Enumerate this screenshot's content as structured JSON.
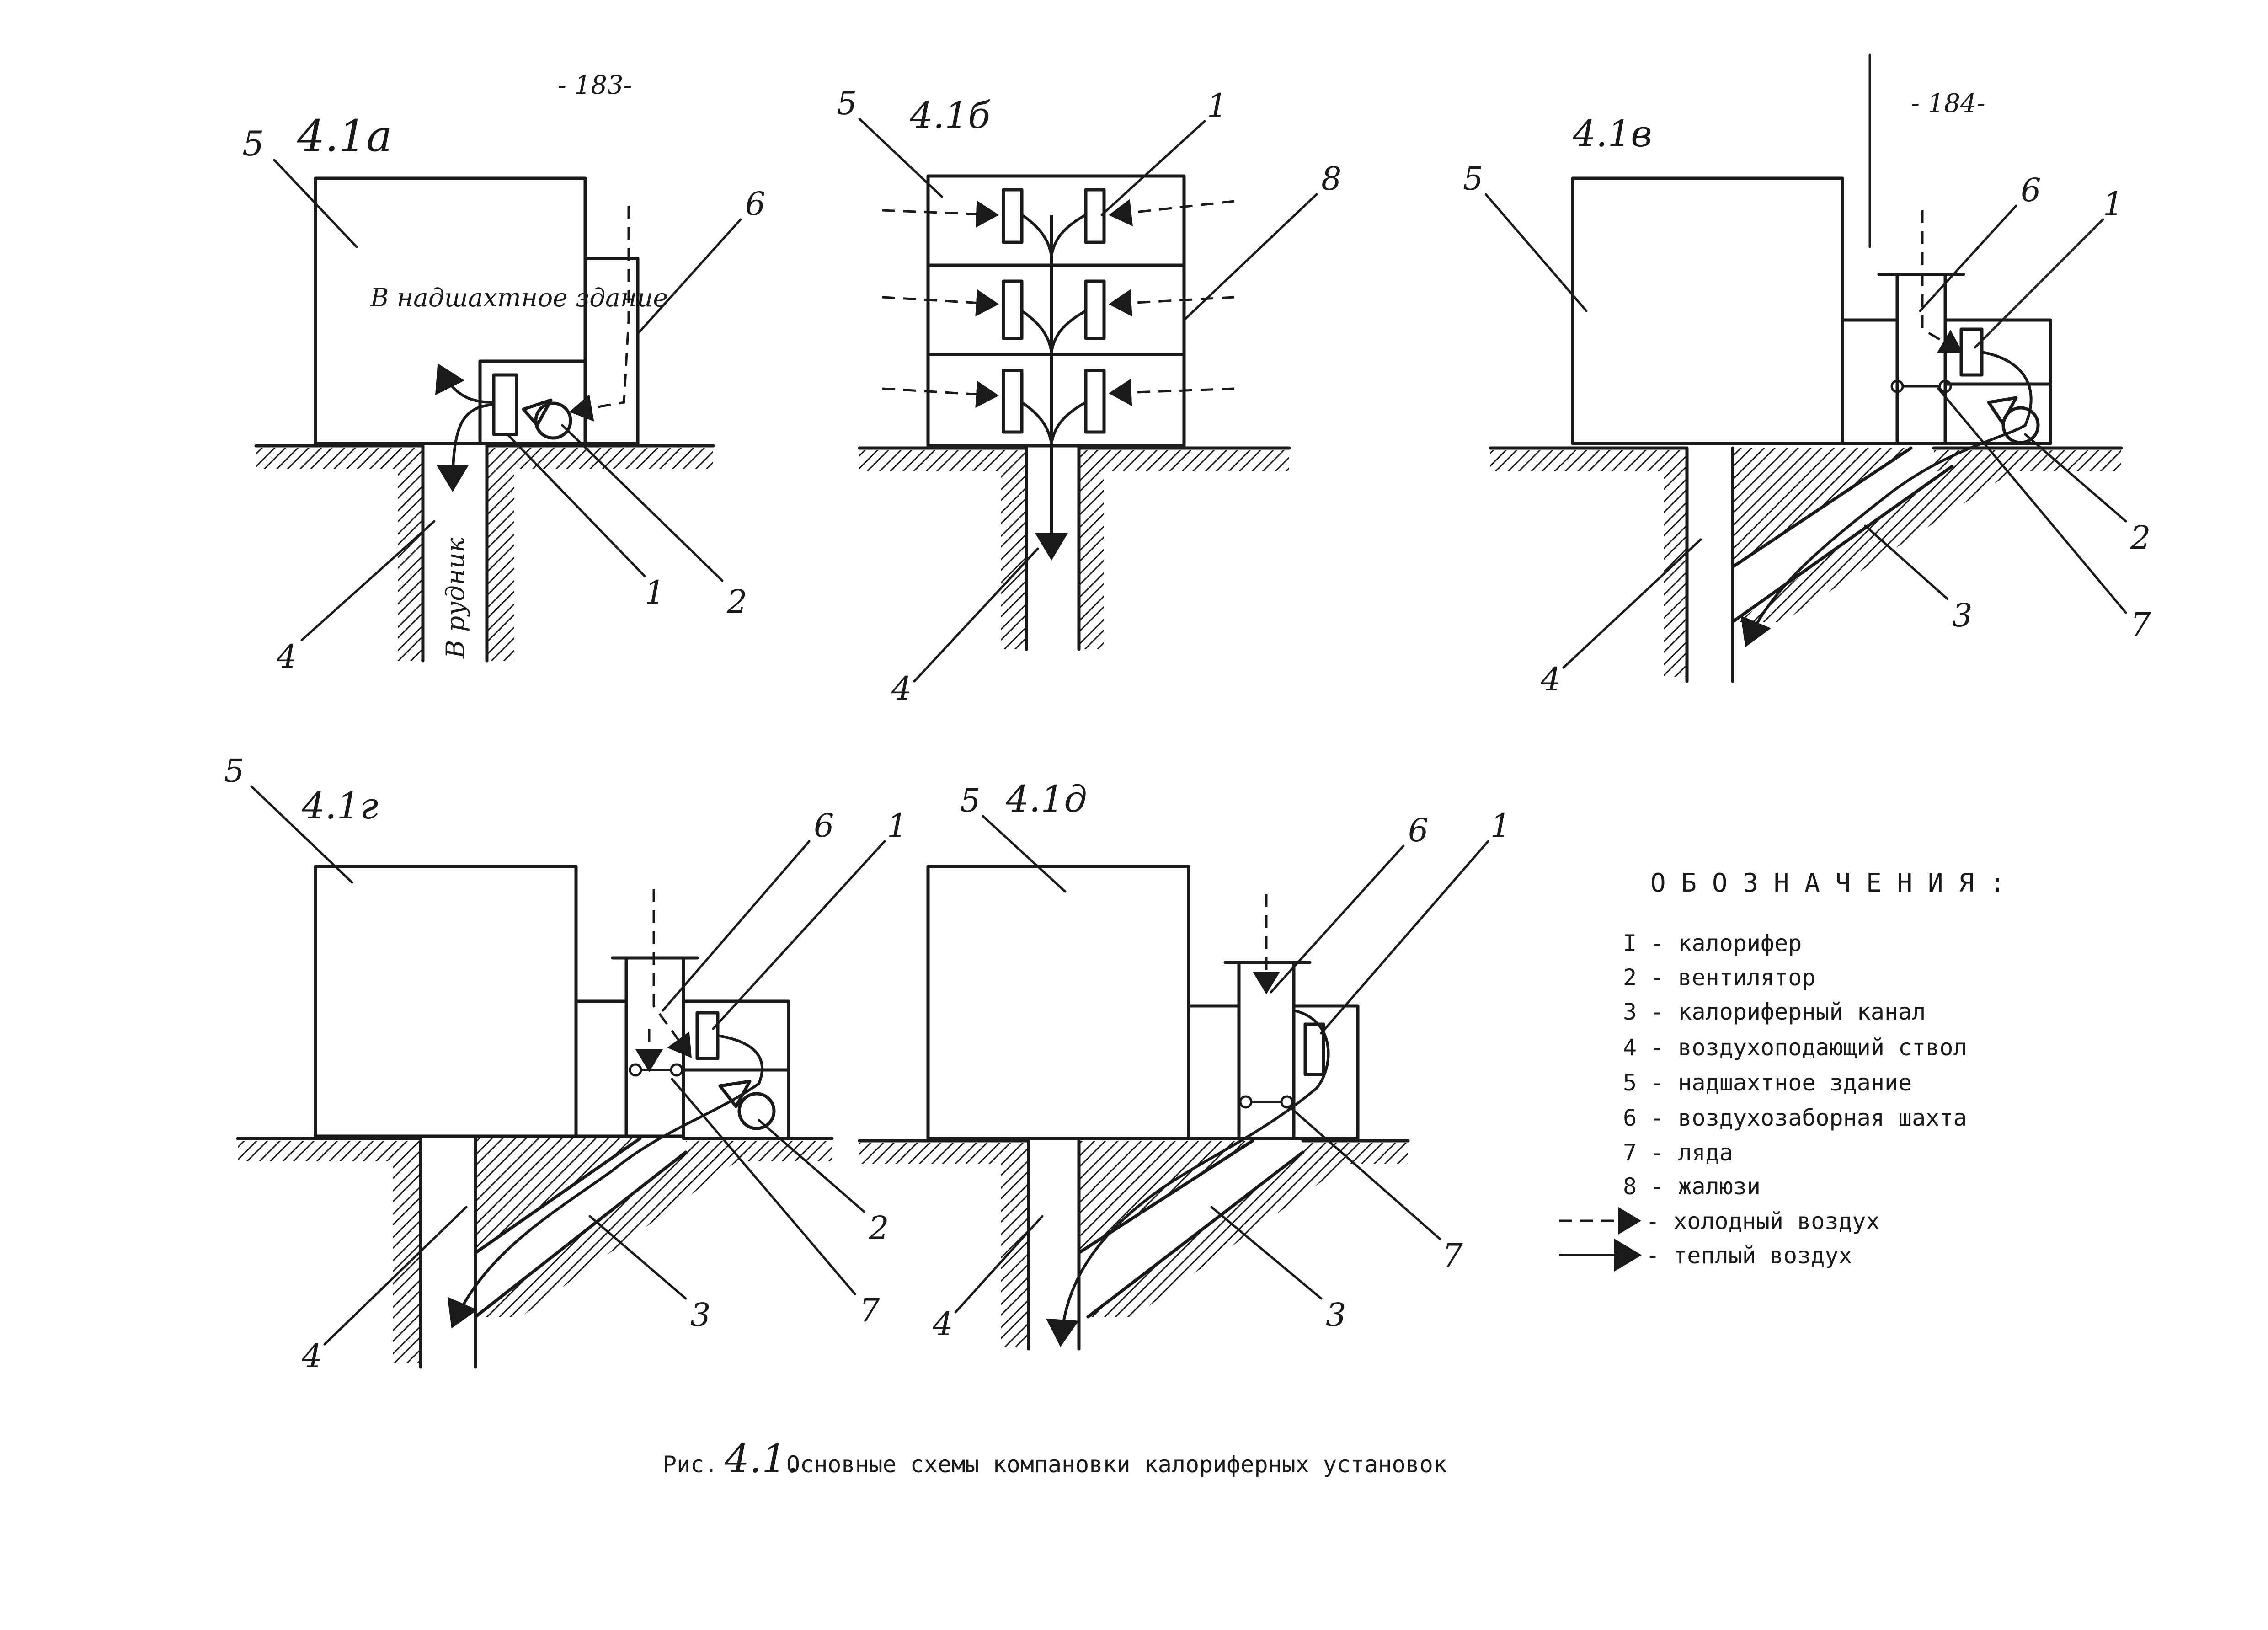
{
  "page_numbers": {
    "left": "- 183-",
    "right": "- 184-"
  },
  "panels": {
    "a": {
      "label": "4.1а",
      "callouts": [
        "5",
        "6",
        "1",
        "2",
        "4"
      ],
      "annotation_building": "В надшахтное здание",
      "annotation_mine": "В рудник"
    },
    "b": {
      "label": "4.1б",
      "callouts": [
        "5",
        "1",
        "8",
        "4"
      ]
    },
    "v": {
      "label": "4.1в",
      "callouts": [
        "5",
        "6",
        "1",
        "2",
        "3",
        "7",
        "4"
      ]
    },
    "g": {
      "label": "4.1г",
      "callouts": [
        "5",
        "6",
        "1",
        "2",
        "3",
        "7",
        "4"
      ]
    },
    "d": {
      "label": "4.1д",
      "callouts": [
        "5",
        "6",
        "1",
        "3",
        "7",
        "4"
      ]
    }
  },
  "legend": {
    "title": "О Б О З Н А Ч Е Н И Я :",
    "items": [
      "I - калорифер",
      "2 - вентилятор",
      "3 - калориферный канал",
      "4 - воздухоподающий ствол",
      "5 - надшахтное здание",
      "6 - воздухозаборная шахта",
      "7 - ляда",
      "8 - жалюзи",
      "- холодный воздух",
      "- теплый воздух"
    ]
  },
  "caption": {
    "prefix": "Рис.",
    "number": "4.1.",
    "text": "Основные схемы компановки калориферных установок"
  }
}
